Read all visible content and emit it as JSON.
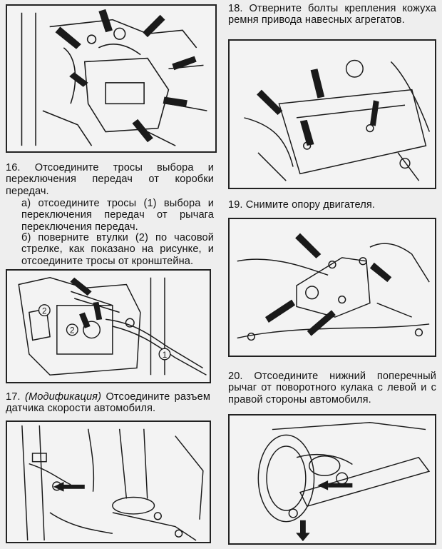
{
  "steps": {
    "s16": {
      "title": "16. Отсоедините тросы выбора и переключения передач от коробки передач.",
      "a": "а) отсоедините тросы (1) выбора и переключения передач от рычага переключения передач.",
      "b": "б) поверните втулки (2) по часовой стрелке, как показано на рисунке, и отсоедините тросы от кронштейна.",
      "callouts": {
        "one": "1",
        "two_left": "2",
        "two_mid": "2"
      }
    },
    "s17": {
      "number": "17.",
      "modification": "(Модификация)",
      "text": "Отсоедините разъем датчика скорости автомобиля."
    },
    "s18": {
      "title": "18. Отверните болты крепления кожуха ремня привода навесных агрегатов."
    },
    "s19": {
      "title": "19. Снимите опору двигателя."
    },
    "s20": {
      "title": "20. Отсоедините нижний поперечный рычаг от поворотного кулака с левой и с правой стороны автомобиля."
    }
  },
  "figures": {
    "ink": "#1a1a1a",
    "paper": "#f3f3f3"
  }
}
